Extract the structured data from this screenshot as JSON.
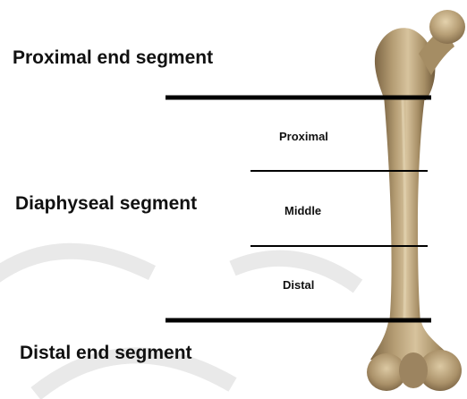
{
  "segments": {
    "proximal_end": "Proximal end segment",
    "diaphyseal": "Diaphyseal segment",
    "distal_end": "Distal end segment"
  },
  "subdivisions": {
    "proximal": "Proximal",
    "middle": "Middle",
    "distal": "Distal"
  },
  "colors": {
    "bone_main": "#b9a27a",
    "bone_shadow": "#8c744f",
    "bone_highlight": "#d9c7a2",
    "line_color": "#000000",
    "text_color": "#111111",
    "watermark": "#e9e9e9"
  }
}
